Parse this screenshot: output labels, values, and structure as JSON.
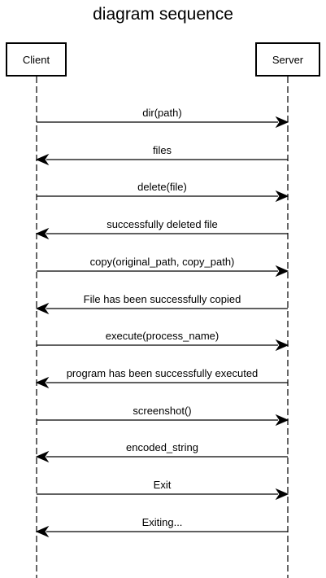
{
  "title": "diagram sequence",
  "participants": {
    "client": "Client",
    "server": "Server"
  },
  "messages": [
    {
      "label": "dir(path)",
      "from": "client",
      "to": "server"
    },
    {
      "label": "files",
      "from": "server",
      "to": "client"
    },
    {
      "label": "delete(file)",
      "from": "client",
      "to": "server"
    },
    {
      "label": "successfully deleted file",
      "from": "server",
      "to": "client"
    },
    {
      "label": "copy(original_path, copy_path)",
      "from": "client",
      "to": "server"
    },
    {
      "label": "File has been successfully copied",
      "from": "server",
      "to": "client"
    },
    {
      "label": "execute(process_name)",
      "from": "client",
      "to": "server"
    },
    {
      "label": "program has been successfully executed",
      "from": "server",
      "to": "client"
    },
    {
      "label": "screenshot()",
      "from": "client",
      "to": "server"
    },
    {
      "label": "encoded_string",
      "from": "server",
      "to": "client"
    },
    {
      "label": "Exit",
      "from": "client",
      "to": "server"
    },
    {
      "label": "Exiting...",
      "from": "server",
      "to": "client"
    }
  ]
}
